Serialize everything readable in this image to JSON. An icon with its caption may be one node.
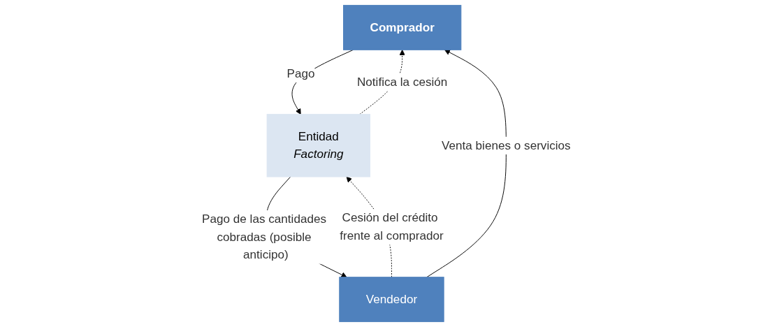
{
  "diagram": {
    "nodes": [
      {
        "text": [
          "Comprador"
        ]
      },
      {
        "text": [
          "Vendedor"
        ]
      },
      {
        "text": [
          "Entidad",
          "Factoring"
        ]
      }
    ],
    "edges": [
      {
        "from": 1,
        "to": 0,
        "arrow": "to",
        "label": "Venta bienes o servicios"
      },
      {
        "from": 0,
        "to": 2,
        "arrow": "to",
        "label": "Pago"
      },
      {
        "from": 2,
        "to": 0,
        "arrow": "to",
        "style": "dashed",
        "label": "Notifica la cesión"
      },
      {
        "from": 1,
        "to": 2,
        "arrow": "to",
        "style": "dashed",
        "label": "Cesión del crédito frente al comprador"
      },
      {
        "from": 2,
        "to": 1,
        "arrow": "to",
        "label": "Pago de las cantidades cobradas (posible anticipo)"
      }
    ]
  }
}
